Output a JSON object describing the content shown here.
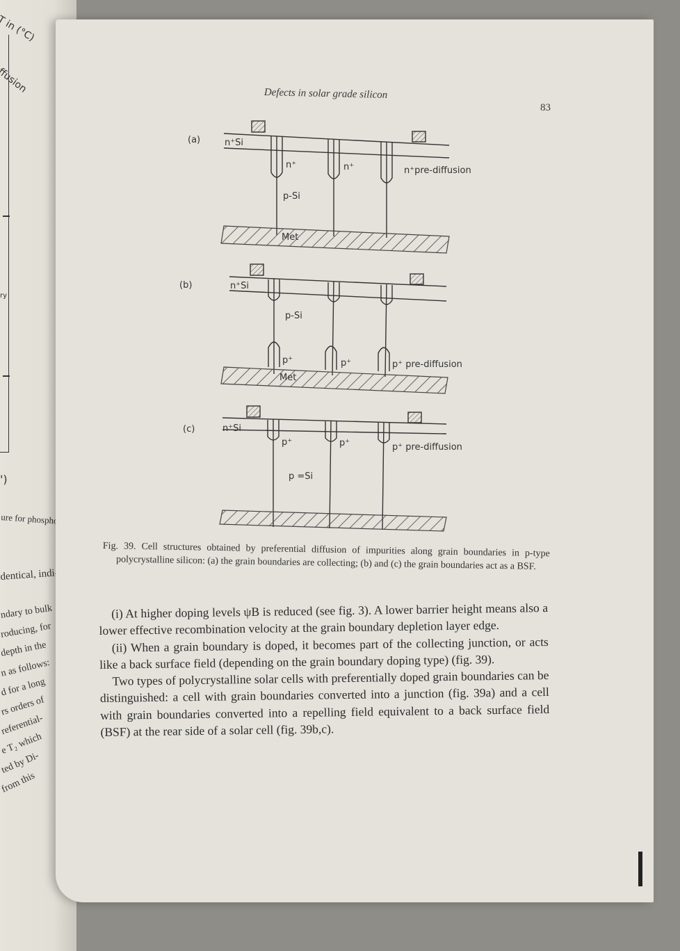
{
  "left_page": {
    "axis_title": "T in (°C)",
    "curve_label": "ffusion",
    "side_label": "ry",
    "bracket_label": "')",
    "caption_fragment": "ure for phosphoru",
    "lines": [
      "dentical, indi-",
      "ndary to bulk",
      "roducing, for",
      "depth in the",
      "n as follows:",
      "d for a long",
      "rs orders of",
      "referential-",
      "e T₂ which",
      "ted by Di-",
      "from this"
    ]
  },
  "header": {
    "running_head": "Defects in solar grade silicon",
    "page_number": "83"
  },
  "figure": {
    "panel_a": {
      "label": "(a)",
      "surface": "n⁺Si",
      "grain1": "n⁺",
      "grain2": "n⁺",
      "annotation": "n⁺pre-diffusion",
      "bulk": "p-Si",
      "metal": "Met"
    },
    "panel_b": {
      "label": "(b)",
      "surface": "n⁺Si",
      "bulk": "p-Si",
      "grain1": "p⁺",
      "grain2": "p⁺",
      "annotation": "p⁺ pre-diffusion",
      "metal": "Met"
    },
    "panel_c": {
      "label": "(c)",
      "surface": "n⁺Si",
      "grain1": "p⁺",
      "grain2": "p⁺",
      "annotation": "p⁺ pre-diffusion",
      "bulk": "p =Si"
    }
  },
  "caption": "Fig. 39.  Cell structures obtained by preferential diffusion of impurities along grain boundaries in p-type polycrystalline silicon: (a) the grain boundaries are collecting; (b) and (c) the grain boundaries act as a BSF.",
  "body": {
    "para1": "(i)  At higher doping levels ψB is reduced (see fig. 3). A lower barrier height means also a lower effective recombination velocity at the grain boundary depletion layer edge.",
    "para2": "(ii)  When a grain boundary is doped, it becomes part of the collecting junction, or acts like a back surface field (depending on the grain boundary doping type) (fig. 39).",
    "para3": "Two types of polycrystalline solar cells with preferentially doped grain boundaries can be distinguished: a cell with grain boundaries converted into a junction (fig. 39a) and a cell with grain boundaries converted into a repelling field equivalent to a back surface field (BSF) at the rear side of a solar cell (fig. 39b,c)."
  }
}
